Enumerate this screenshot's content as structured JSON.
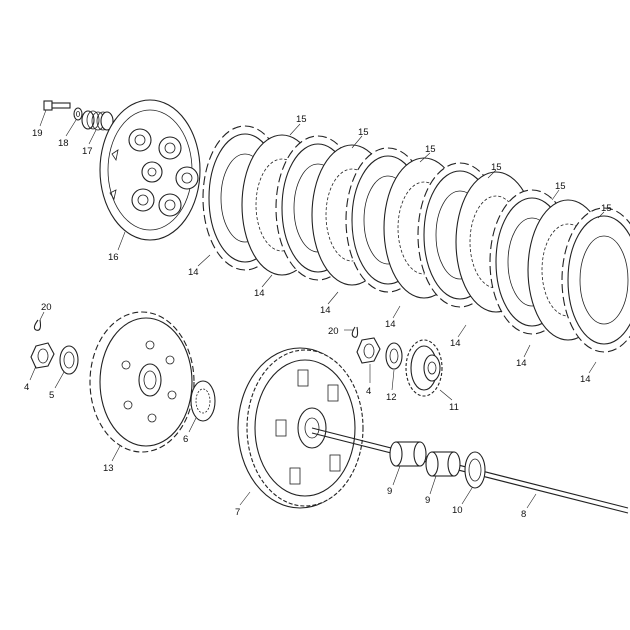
{
  "labels": {
    "p19": "19",
    "p18": "18",
    "p17": "17",
    "p16": "16",
    "p15a": "15",
    "p15b": "15",
    "p15c": "15",
    "p15d": "15",
    "p15e": "15",
    "p15f": "15",
    "p14a": "14",
    "p14b": "14",
    "p14c": "14",
    "p14d": "14",
    "p14e": "14",
    "p14f": "14",
    "p14g": "14",
    "p20a": "20",
    "p20b": "20",
    "p4a": "4",
    "p5": "5",
    "p13": "13",
    "p6": "6",
    "p7": "7",
    "p4b": "4",
    "p12": "12",
    "p11": "11",
    "p9a": "9",
    "p9b": "9",
    "p10": "10",
    "p8": "8"
  }
}
